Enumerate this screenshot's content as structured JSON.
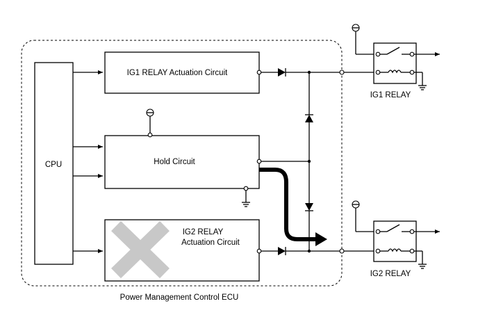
{
  "ecu": {
    "label": "Power Management Control ECU"
  },
  "blocks": {
    "cpu": "CPU",
    "ig1_circuit": "IG1 RELAY Actuation Circuit",
    "hold_circuit": "Hold Circuit",
    "ig2_circuit_line1": "IG2 RELAY",
    "ig2_circuit_line2": "Actuation Circuit"
  },
  "relays": {
    "ig1": "IG1 RELAY",
    "ig2": "IG2 RELAY"
  },
  "status": {
    "ig2_actuation_failed": true,
    "fault_mark_color": "#c8c8c8",
    "current_path_color": "#000000"
  }
}
